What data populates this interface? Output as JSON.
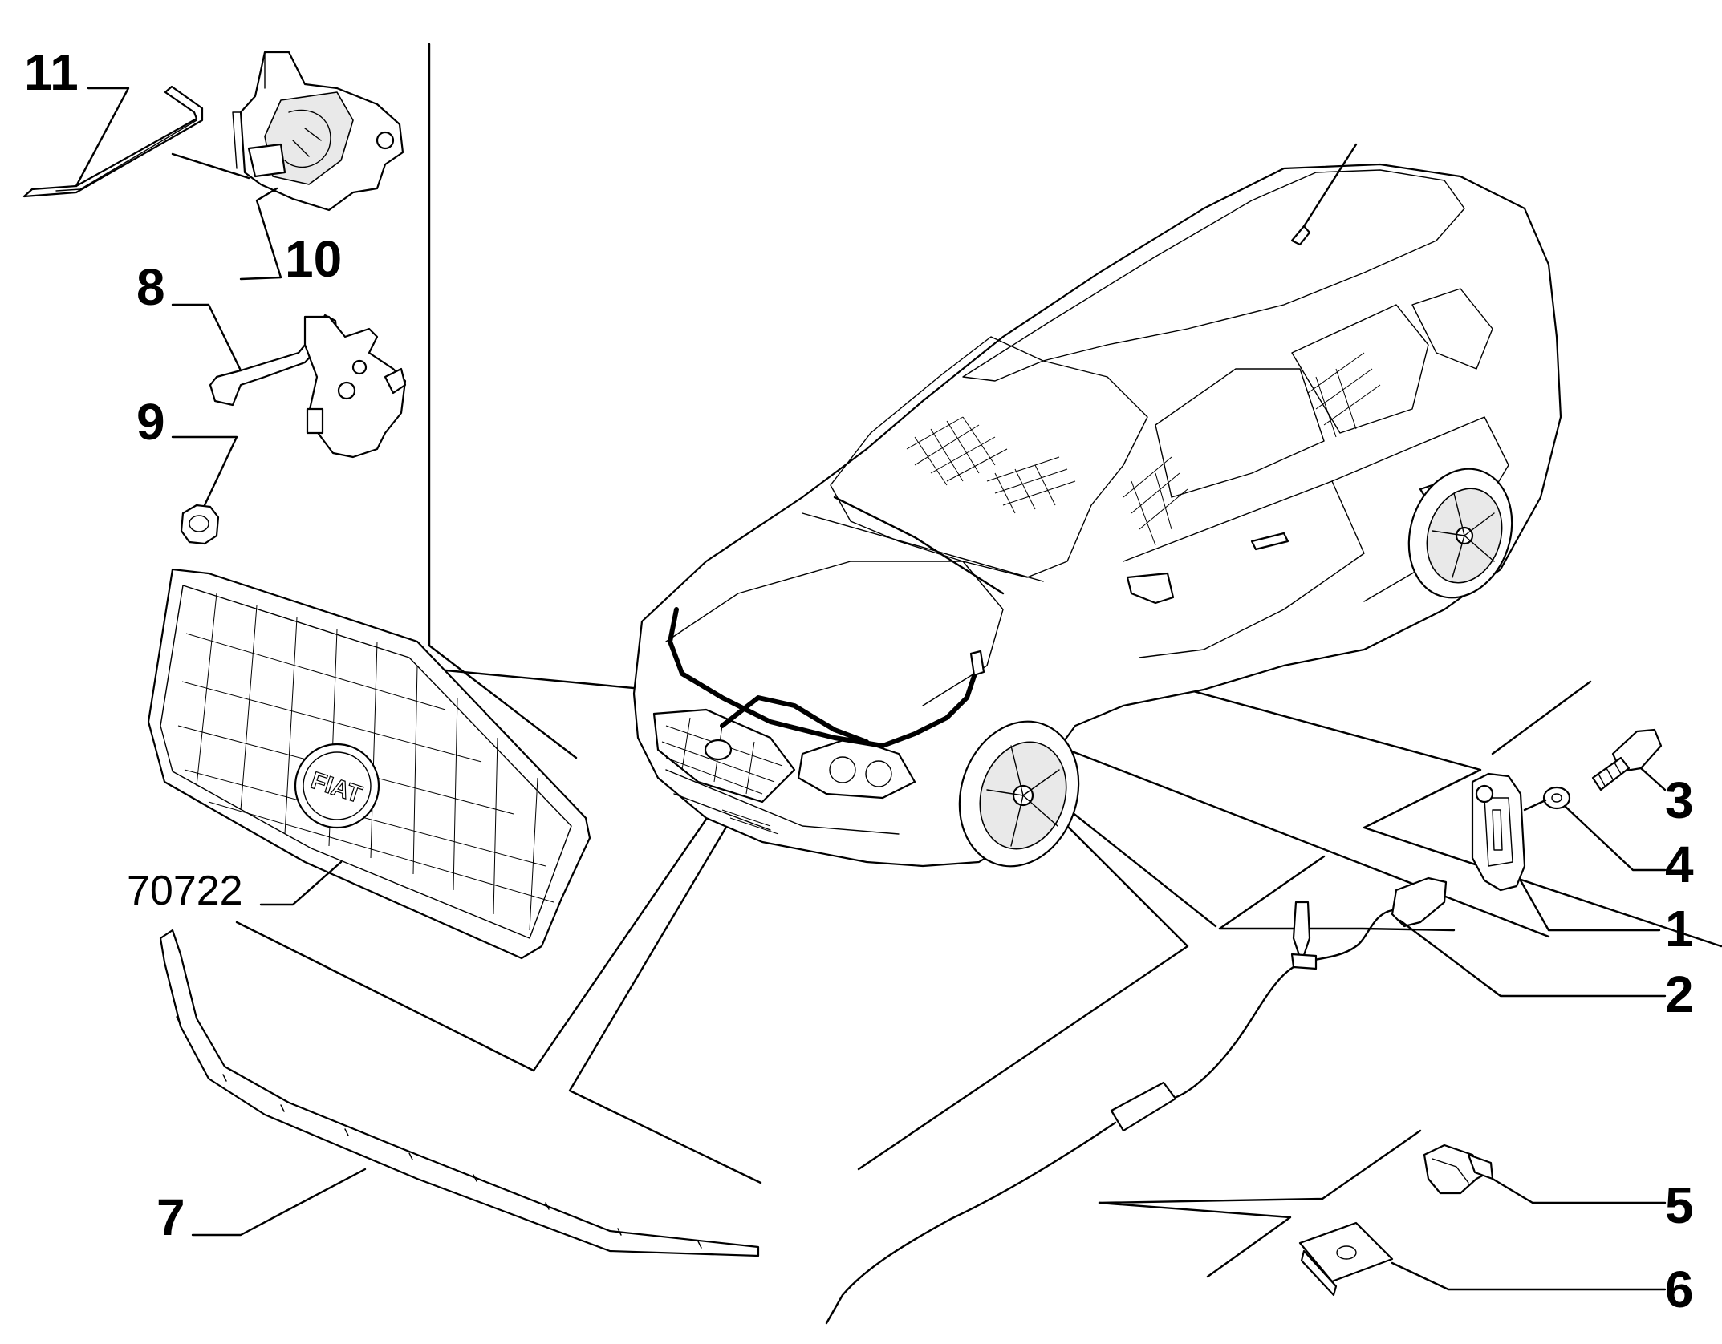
{
  "callouts": [
    {
      "id": "1",
      "text": "1"
    },
    {
      "id": "2",
      "text": "2"
    },
    {
      "id": "3",
      "text": "3"
    },
    {
      "id": "4",
      "text": "4"
    },
    {
      "id": "5",
      "text": "5"
    },
    {
      "id": "6",
      "text": "6"
    },
    {
      "id": "7",
      "text": "7"
    },
    {
      "id": "8",
      "text": "8"
    },
    {
      "id": "9",
      "text": "9"
    },
    {
      "id": "10",
      "text": "10"
    },
    {
      "id": "11",
      "text": "11"
    },
    {
      "id": "70722",
      "text": "70722"
    }
  ],
  "grille_badge": "FIAT"
}
